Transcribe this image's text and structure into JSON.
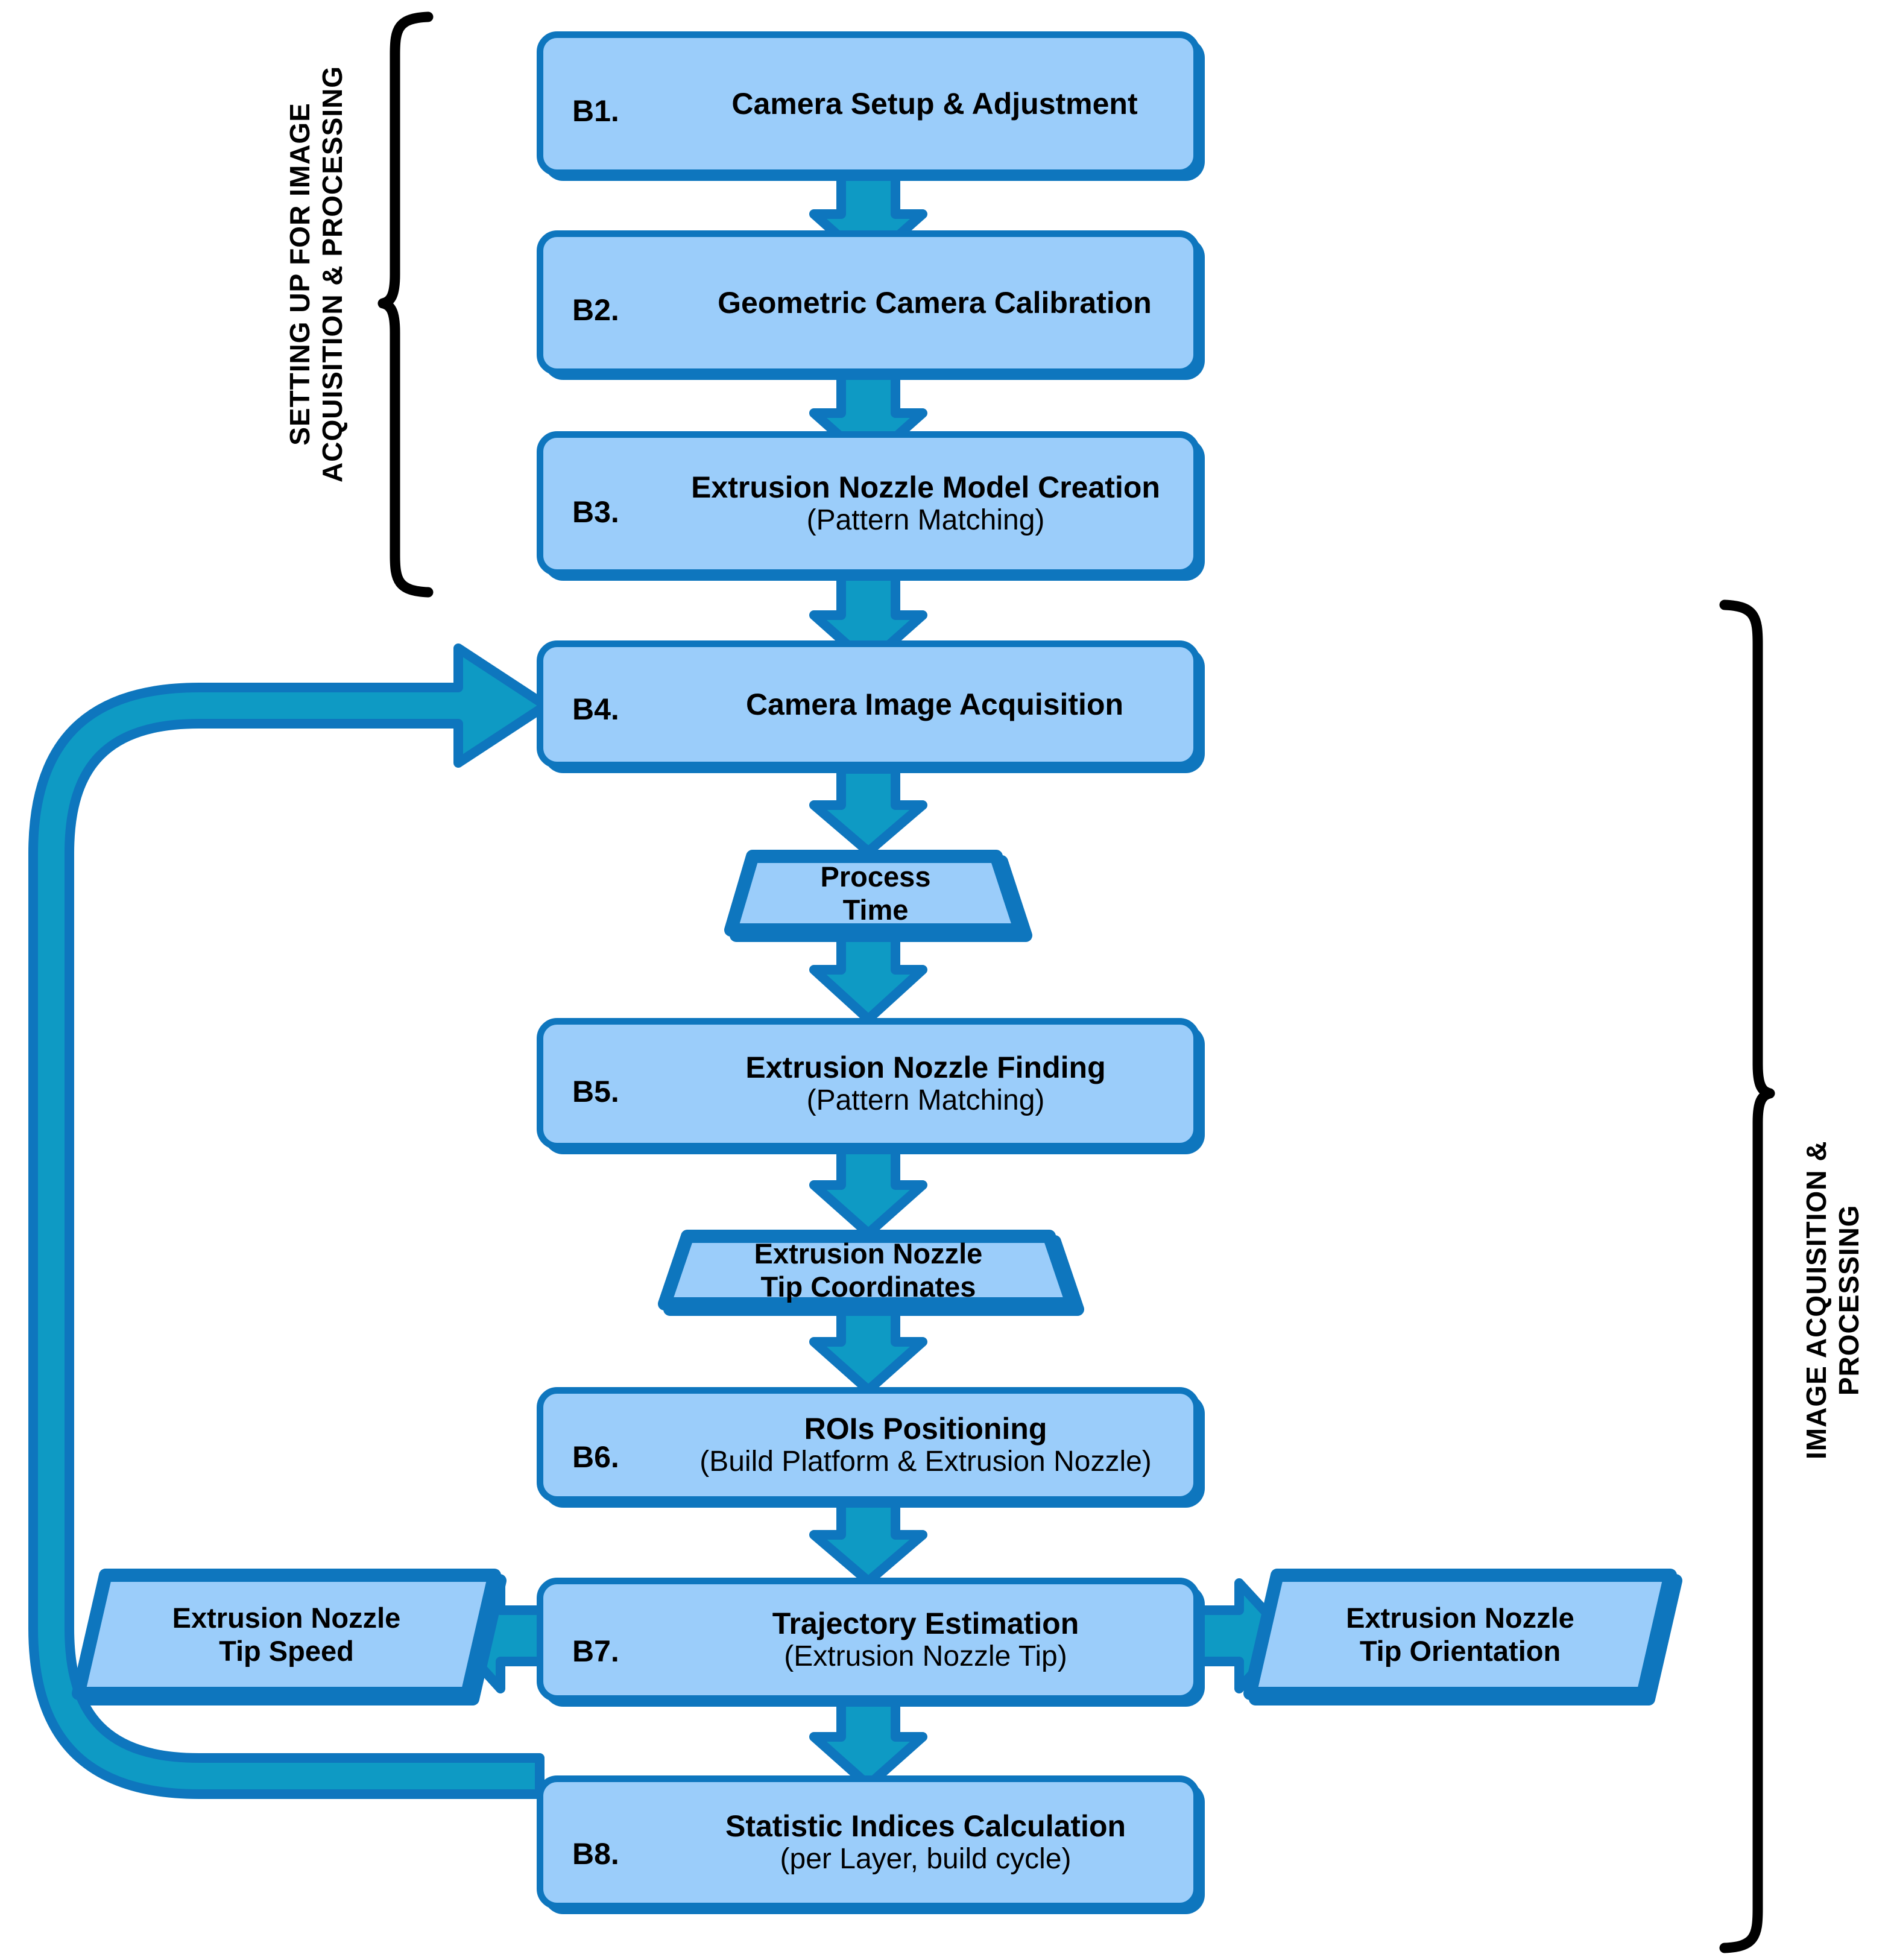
{
  "diagram": {
    "title": "Image acquisition and processing workflow (B1-B8)",
    "colors": {
      "node_fill": "#9BCDFA",
      "node_border": "#0E76BE",
      "arrow_fill": "#0E9AC4",
      "arrow_border": "#0E76BE",
      "bracket": "#000000",
      "background": "#FFFFFF"
    }
  },
  "groups": [
    {
      "name": "setup-group",
      "label_line1": "SETTING UP FOR IMAGE",
      "label_line2": "ACQUISITION & PROCESSING"
    },
    {
      "name": "processing-group",
      "label_line1": "IMAGE ACQUISITION &",
      "label_line2": "PROCESSING"
    }
  ],
  "nodes": [
    {
      "id": "B1.",
      "line1": "Camera Setup & Adjustment",
      "line2": "",
      "shape": "process"
    },
    {
      "id": "B2.",
      "line1": "Geometric Camera Calibration",
      "line2": "",
      "shape": "process"
    },
    {
      "id": "B3.",
      "line1": "Extrusion Nozzle Model Creation",
      "line2": "(Pattern Matching)",
      "shape": "process"
    },
    {
      "id": "B4.",
      "line1": "Camera Image Acquisition",
      "line2": "",
      "shape": "process"
    },
    {
      "id": "B5.",
      "line1": "Extrusion Nozzle Finding",
      "line2": "(Pattern Matching)",
      "shape": "process"
    },
    {
      "id": "B6.",
      "line1": "ROIs Positioning",
      "line2": "(Build Platform & Extrusion Nozzle)",
      "shape": "process"
    },
    {
      "id": "B7.",
      "line1": "Trajectory Estimation",
      "line2": "(Extrusion Nozzle Tip)",
      "shape": "process"
    },
    {
      "id": "B8.",
      "line1": "Statistic Indices Calculation",
      "line2": "(per Layer, build cycle)",
      "shape": "process"
    }
  ],
  "data_nodes": [
    {
      "name": "process-time",
      "line1": "Process",
      "line2": "Time"
    },
    {
      "name": "tip-coordinates",
      "line1": "Extrusion Nozzle",
      "line2": "Tip Coordinates"
    },
    {
      "name": "tip-speed",
      "line1": "Extrusion Nozzle",
      "line2": "Tip Speed"
    },
    {
      "name": "tip-orientation",
      "line1": "Extrusion Nozzle",
      "line2": "Tip Orientation"
    }
  ],
  "connections": [
    {
      "from": "B1.",
      "to": "B2.",
      "type": "down-arrow"
    },
    {
      "from": "B2.",
      "to": "B3.",
      "type": "down-arrow"
    },
    {
      "from": "B3.",
      "to": "B4.",
      "type": "down-arrow"
    },
    {
      "from": "B4.",
      "to": "Process Time",
      "type": "down-arrow"
    },
    {
      "from": "Process Time",
      "to": "B5.",
      "type": "down-arrow"
    },
    {
      "from": "B5.",
      "to": "Extrusion Nozzle Tip Coordinates",
      "type": "down-arrow"
    },
    {
      "from": "Extrusion Nozzle Tip Coordinates",
      "to": "B6.",
      "type": "down-arrow"
    },
    {
      "from": "B6.",
      "to": "B7.",
      "type": "down-arrow"
    },
    {
      "from": "B7.",
      "to": "Extrusion Nozzle Tip Speed",
      "type": "left-arrow"
    },
    {
      "from": "B7.",
      "to": "Extrusion Nozzle Tip Orientation",
      "type": "right-arrow"
    },
    {
      "from": "B7.",
      "to": "B8.",
      "type": "down-arrow"
    },
    {
      "from": "B8.",
      "to": "B4.",
      "type": "feedback-loop"
    }
  ]
}
